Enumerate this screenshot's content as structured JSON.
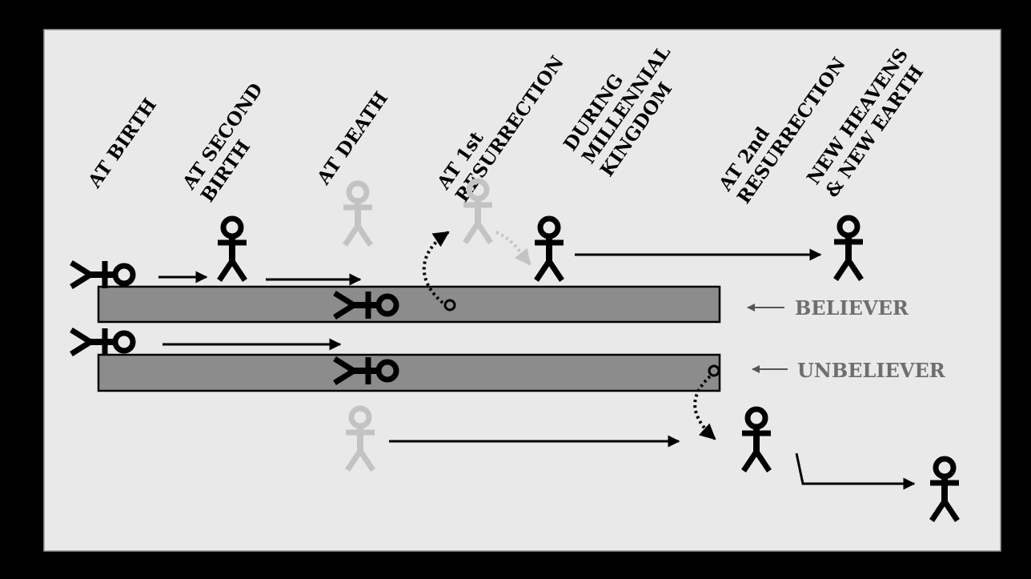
{
  "columns": [
    {
      "line1": "AT BIRTH",
      "line2": ""
    },
    {
      "line1": "AT SECOND",
      "line2": "BIRTH"
    },
    {
      "line1": "AT DEATH",
      "line2": ""
    },
    {
      "line1": "AT 1st",
      "line2": "RESURRECTION"
    },
    {
      "line1": "DURING",
      "line2": "MILLENNIAL",
      "line3": "KINGDOM"
    },
    {
      "line1": "AT 2nd",
      "line2": "RESURRECTION"
    },
    {
      "line1": "NEW HEAVENS",
      "line2": "& NEW EARTH"
    }
  ],
  "rows": {
    "believer_label": "BELIEVER",
    "unbeliever_label": "UNBELIEVER",
    "arrow_glyph": "←"
  },
  "colors": {
    "background": "#000000",
    "panel": "#e9e9e9",
    "bar": "#8c8c8c",
    "figure": "#000000",
    "figure_faded": "#c3c3c3",
    "label": "#6e6e6e"
  }
}
